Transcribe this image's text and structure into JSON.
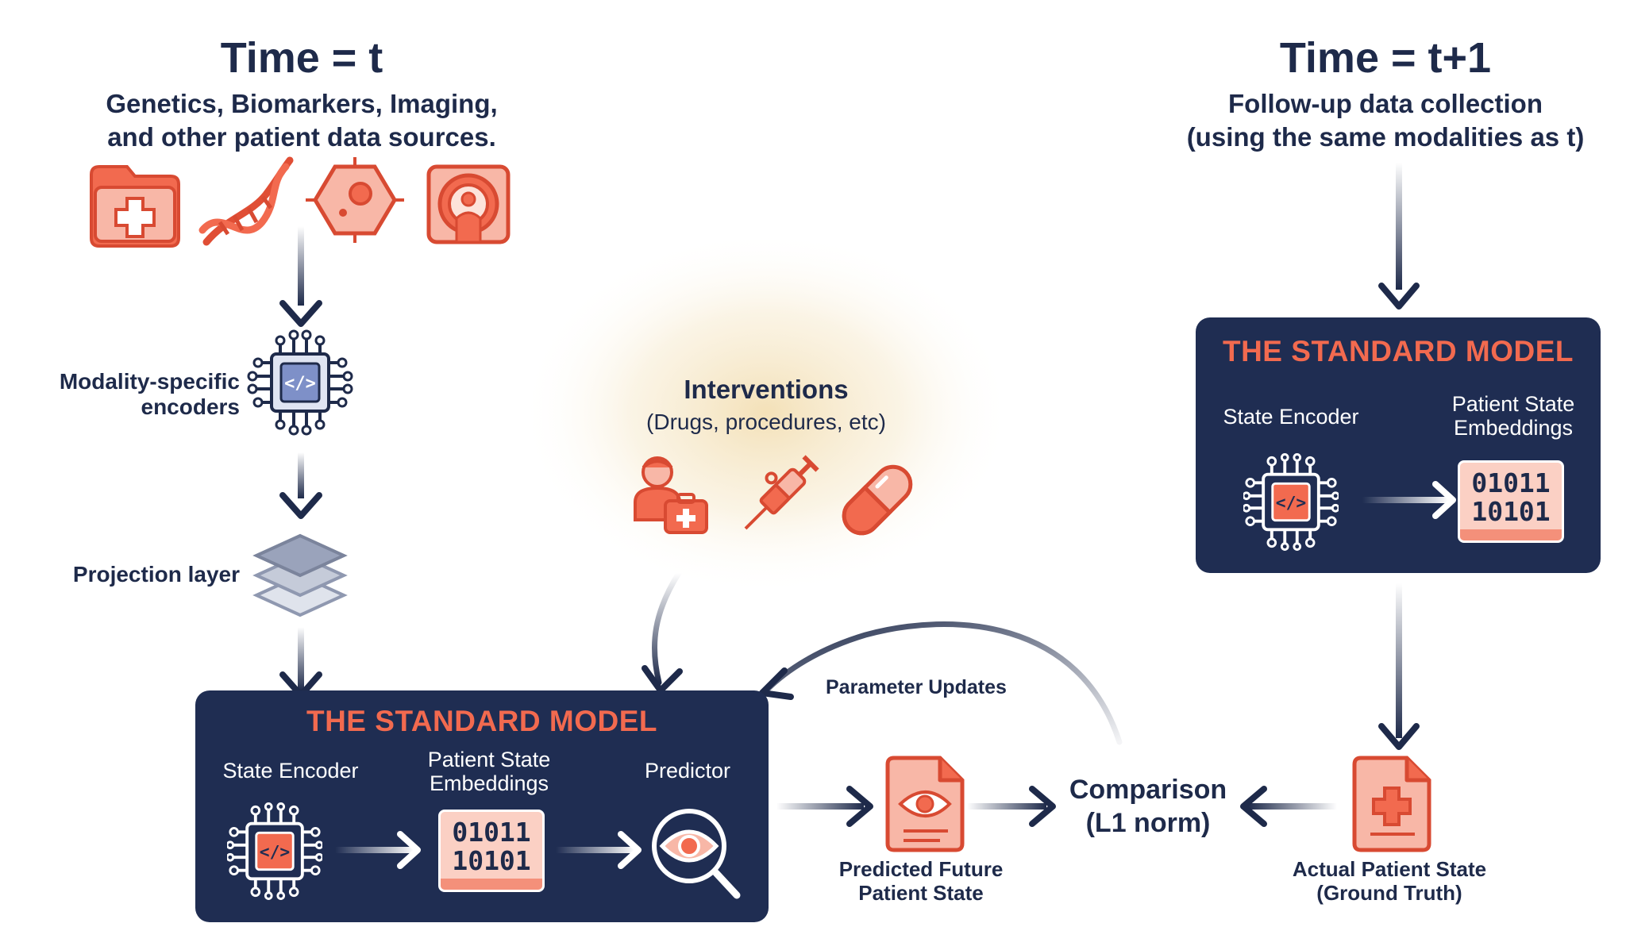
{
  "left_header": {
    "title": "Time = t",
    "subtitle_line1": "Genetics, Biomarkers, Imaging,",
    "subtitle_line2": "and other patient data sources."
  },
  "right_header": {
    "title": "Time = t+1",
    "subtitle_line1": "Follow-up data collection",
    "subtitle_line2": "(using the same modalities as t)"
  },
  "pipeline": {
    "encoders_line1": "Modality-specific",
    "encoders_line2": "encoders",
    "projection": "Projection layer"
  },
  "interventions": {
    "title": "Interventions",
    "subtitle": "(Drugs, procedures, etc)"
  },
  "main_model": {
    "title": "THE STANDARD MODEL",
    "state_encoder": "State Encoder",
    "embeddings_line1": "Patient State",
    "embeddings_line2": "Embeddings",
    "predictor": "Predictor",
    "binary_line1": "01011",
    "binary_line2": "10101"
  },
  "right_model": {
    "title": "THE STANDARD MODEL",
    "state_encoder": "State Encoder",
    "embeddings_line1": "Patient State",
    "embeddings_line2": "Embeddings",
    "binary_line1": "01011",
    "binary_line2": "10101"
  },
  "outputs": {
    "predicted_line1": "Predicted Future",
    "predicted_line2": "Patient State",
    "comparison_line1": "Comparison",
    "comparison_line2": "(L1 norm)",
    "actual_line1": "Actual Patient State",
    "actual_line2": "(Ground Truth)",
    "parameter_updates": "Parameter Updates"
  },
  "colors": {
    "navy": "#1f2d52",
    "accent": "#f26a4f",
    "icon_fill": "#f8b7a7"
  },
  "icons": [
    "medical-folder-icon",
    "dna-icon",
    "cell-icon",
    "mri-scanner-icon",
    "chip-icon",
    "layers-icon",
    "doctor-kit-icon",
    "syringe-icon",
    "pill-icon",
    "document-eye-icon",
    "document-medical-icon",
    "eye-magnifier-icon"
  ]
}
